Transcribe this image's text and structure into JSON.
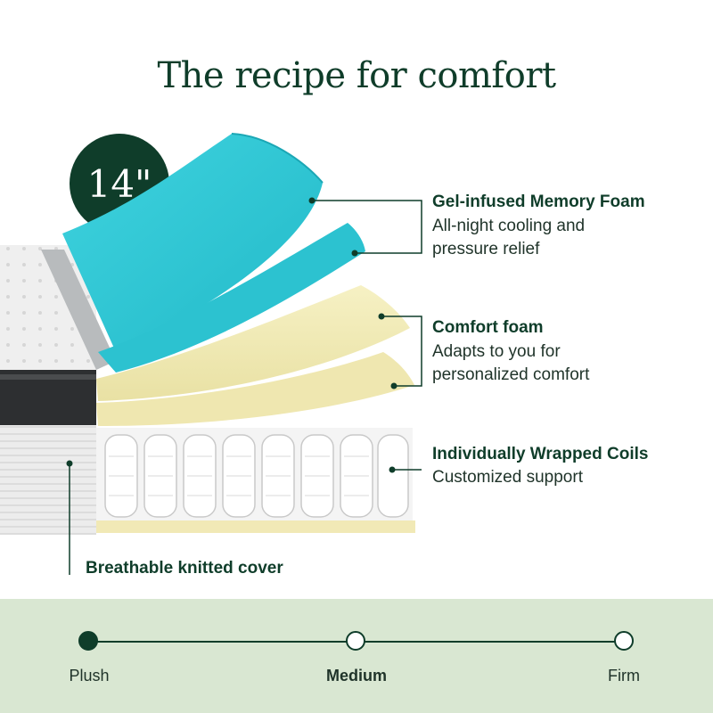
{
  "header": {
    "title": "The recipe for comfort"
  },
  "badge": {
    "height": "14\""
  },
  "layers": [
    {
      "name": "Gel-infused Memory Foam",
      "description_line1": "All-night cooling and",
      "description_line2": "pressure relief"
    },
    {
      "name": "Comfort foam",
      "description_line1": "Adapts to you for",
      "description_line2": "personalized comfort"
    },
    {
      "name": "Individually Wrapped Coils",
      "description_line1": "Customized  support"
    }
  ],
  "cover": {
    "label": "Breathable knitted cover"
  },
  "firmness_scale": {
    "options": [
      "Plush",
      "Medium",
      "Firm"
    ],
    "selected": "Medium"
  },
  "colors": {
    "brand_green": "#0f3d2a",
    "gel_foam": "#35c9d6",
    "comfort_foam": "#f2ecb5",
    "scale_bg": "#d9e7d2"
  }
}
